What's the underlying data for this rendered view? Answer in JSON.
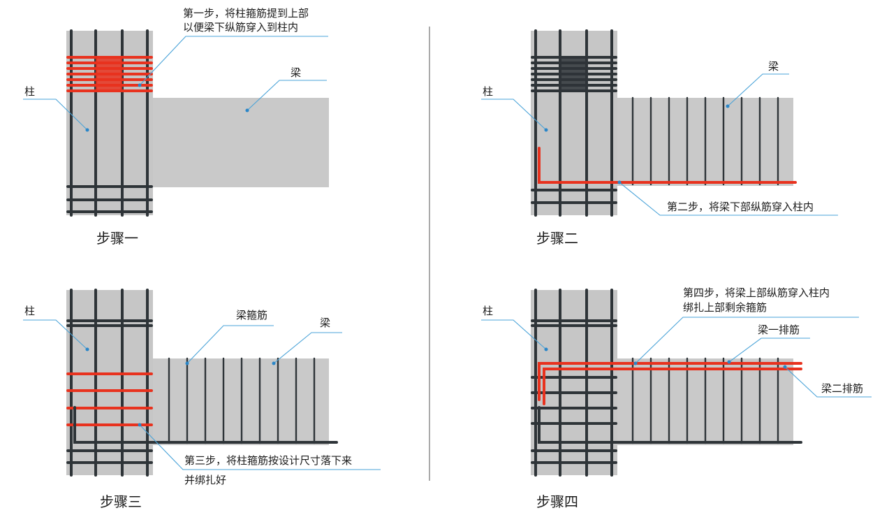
{
  "panels": {
    "p1": {
      "step_label": "步骤一",
      "col_label": "柱",
      "beam_label": "梁",
      "note_line1": "第一步，将柱箍筋提到上部",
      "note_line2": "以便梁下纵筋穿入到柱内"
    },
    "p2": {
      "step_label": "步骤二",
      "col_label": "柱",
      "beam_label": "梁",
      "note_line1": "第二步，将梁下部纵筋穿入柱内"
    },
    "p3": {
      "step_label": "步骤三",
      "col_label": "柱",
      "beam_label": "梁",
      "stirrup_label": "梁箍筋",
      "note_line1": "第三步，将柱箍筋按设计尺寸落下来",
      "note_line2": "并绑扎好"
    },
    "p4": {
      "step_label": "步骤四",
      "col_label": "柱",
      "top_row_label": "梁一排筋",
      "second_row_label": "梁二排筋",
      "note_line1": "第四步，将梁上部纵筋穿入柱内",
      "note_line2": "绑扎上部剩余箍筋"
    }
  },
  "colors": {
    "highlight_rebar": "#e8321e",
    "rebar": "#2e3438",
    "concrete": "#c6c6c6",
    "leader": "#4aa3d8"
  }
}
